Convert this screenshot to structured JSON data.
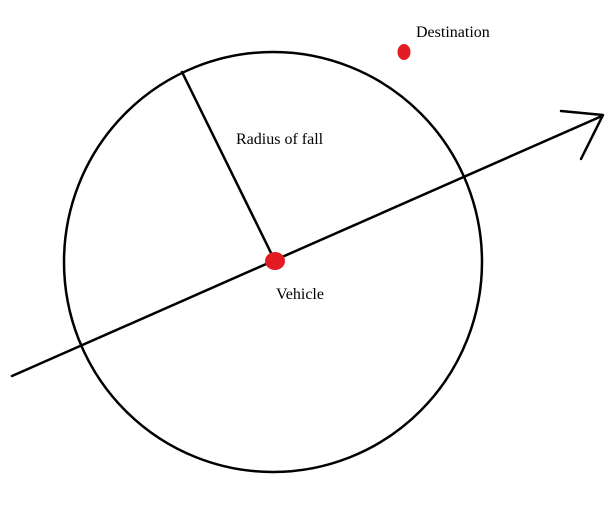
{
  "labels": {
    "destination": "Destination",
    "radius": "Radius of fall",
    "vehicle": "Vehicle"
  },
  "colors": {
    "point": "#e31b23",
    "stroke": "#000000",
    "background": "#ffffff"
  }
}
